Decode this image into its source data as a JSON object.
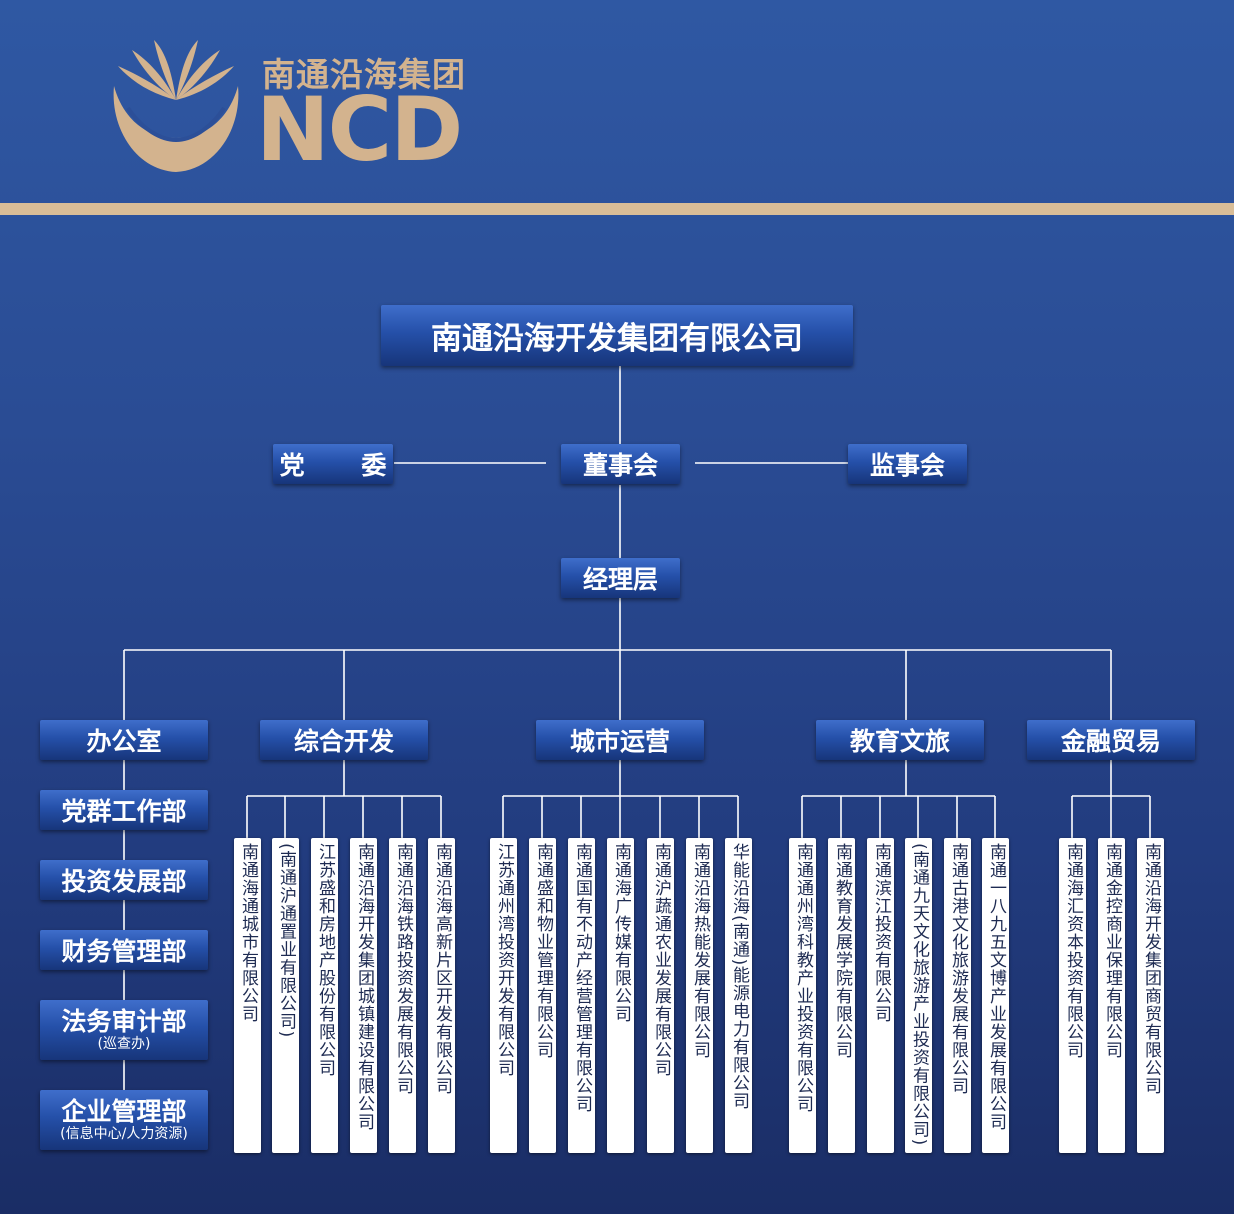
{
  "logo": {
    "cn_name": "南通沿海集团",
    "en_name": "NCD",
    "colors": {
      "gold": "#d3b38e",
      "bar": "#d9bd97"
    }
  },
  "org": {
    "root": "南通沿海开发集团有限公司",
    "party_committee": "党 委",
    "board": "董事会",
    "supervisory_board": "监事会",
    "management": "经理层",
    "office": {
      "title": "办公室",
      "departments": [
        {
          "name": "党群工作部"
        },
        {
          "name": "投资发展部"
        },
        {
          "name": "财务管理部"
        },
        {
          "name": "法务审计部",
          "sub": "(巡查办)"
        },
        {
          "name": "企业管理部",
          "sub": "(信息中心/人力资源)"
        }
      ]
    },
    "segments": [
      {
        "title": "综合开发",
        "companies": [
          "南通海通城市有限公司",
          "(南通沪通置业有限公司)",
          "江苏盛和房地产股份有限公司",
          "南通沿海开发集团城镇建设有限公司",
          "南通沿海铁路投资发展有限公司",
          "南通沿海高新片区开发有限公司"
        ]
      },
      {
        "title": "城市运营",
        "companies": [
          "江苏通州湾投资开发有限公司",
          "南通盛和物业管理有限公司",
          "南通国有不动产经营管理有限公司",
          "南通海广传媒有限公司",
          "南通沪蔬通农业发展有限公司",
          "南通沿海热能发展有限公司",
          "华能沿海(南通)能源电力有限公司"
        ]
      },
      {
        "title": "教育文旅",
        "companies": [
          "南通通州湾科教产业投资有限公司",
          "南通教育发展学院有限公司",
          "南通滨江投资有限公司",
          "(南通九天文化旅游产业投资有限公司)",
          "南通古港文化旅游发展有限公司",
          "南通一八九五文博产业发展有限公司"
        ]
      },
      {
        "title": "金融贸易",
        "companies": [
          "南通海汇资本投资有限公司",
          "南通金控商业保理有限公司",
          "南通沿海开发集团商贸有限公司"
        ]
      }
    ],
    "colors": {
      "line": "#ffffff",
      "box_top": "#3f6ecb",
      "box_bottom": "#17357a",
      "sub_text": "#1e2b52"
    }
  }
}
